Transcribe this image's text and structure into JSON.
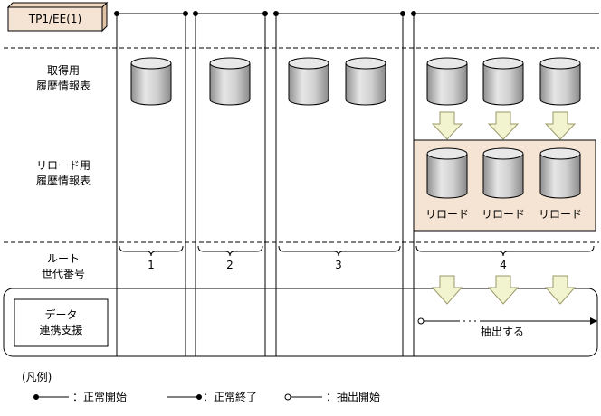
{
  "system_label": "TP1/EE(1)",
  "rows": {
    "acquisition_history": "取得用\n履歴情報表",
    "reload_history": "リロード用\n履歴情報表",
    "root_generation": "ルート\n世代番号",
    "data_sync": "データ\n連携支援"
  },
  "generations": [
    "1",
    "2",
    "3",
    "4"
  ],
  "reload_labels": [
    "リロード",
    "リロード",
    "リロード"
  ],
  "extract_label": "抽出する",
  "legend": {
    "title": "(凡例)",
    "normal_start": "：正常開始",
    "normal_end": "：正常終了",
    "extract_start": "：抽出開始"
  },
  "colors": {
    "reload_area": "#f5e4d3",
    "arrow_fill": "#f2f3cf",
    "cylinder_body": "#c8c8c8",
    "tp_box": "#f5e4d3"
  }
}
